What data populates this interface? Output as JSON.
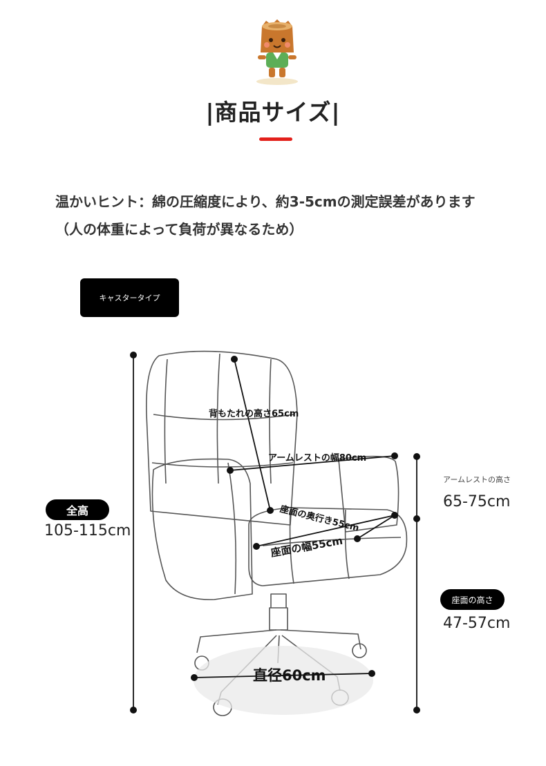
{
  "section": {
    "title": "|商品サイズ|"
  },
  "hint": {
    "line1": "温かいヒント：綿の圧縮度により、約3-5cmの測定誤差があります",
    "line2": "（人の体重によって負荷が異なるため）"
  },
  "product_type": {
    "label": "キャスタータイプ"
  },
  "dimensions": {
    "backrest_height": "背もたれの高さ65cm",
    "armrest_width": "アームレストの幅80cm",
    "seat_depth": "座面の奥行き55cm",
    "seat_width": "座面の幅55cm",
    "base_diameter": "直径60cm",
    "total_height_label": "全高",
    "total_height_value": "105-115cm",
    "armrest_height_label": "アームレストの高さ",
    "armrest_height_value": "65-75cm",
    "seat_height_label": "座面の高さ",
    "seat_height_value": "47-57cm"
  },
  "colors": {
    "accent": "#e3201b",
    "badge_bg": "#000000",
    "text": "#222222"
  },
  "icons": {
    "mascot": "tree-stump-mascot-icon"
  }
}
